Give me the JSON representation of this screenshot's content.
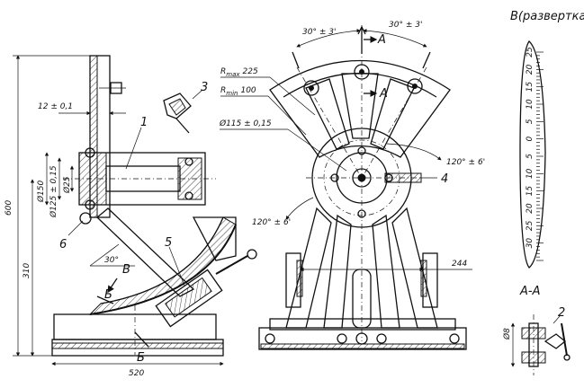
{
  "labels": {
    "view_b_title": "B(развертка)",
    "section_aa_title": "А-А",
    "arrow_a_top": "А",
    "arrow_a_mid": "А",
    "arrow_b_left": "Б",
    "arrow_b_bottom": "Б",
    "arrow_v": "В",
    "part_1": "1",
    "part_2": "2",
    "part_3": "3",
    "part_4": "4",
    "part_5": "5",
    "part_6": "6"
  },
  "dimensions": {
    "overall_height": "600",
    "lower_height": "310",
    "base_length": "520",
    "plate_thickness": "12 ± 0,1",
    "diameter_150": "Ø150",
    "diameter_125": "Ø125 ± 0,15",
    "diameter_25": "Ø25",
    "angle_30": "30°",
    "angle_left_top": "30° ± 3'",
    "angle_right_top": "30° ± 3'",
    "r_max": "R",
    "r_max_sub": "max",
    "r_max_val": "225",
    "r_min": "R",
    "r_min_sub": "min",
    "r_min_val": "100",
    "diameter_115": "Ø115 ± 0,15",
    "angle_120_right": "120° ± 6'",
    "angle_120_left": "120° ± 6'",
    "width_244": "244",
    "diameter_8": "Ø8"
  },
  "scale": {
    "ticks_top": [
      "25",
      "20",
      "15",
      "10",
      "5",
      "0",
      "5",
      "10",
      "15",
      "20",
      "25",
      "30"
    ]
  }
}
